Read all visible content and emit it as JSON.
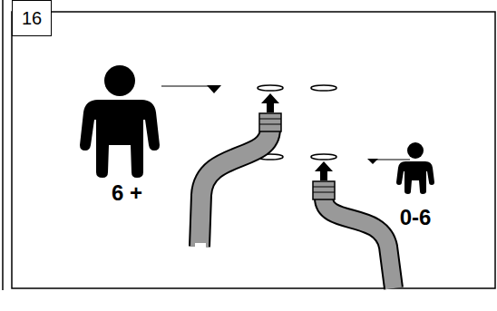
{
  "diagram": {
    "nodes": [
      {
        "text": [
          "16"
        ]
      }
    ],
    "labels": [
      "6 +",
      "0-6"
    ]
  }
}
